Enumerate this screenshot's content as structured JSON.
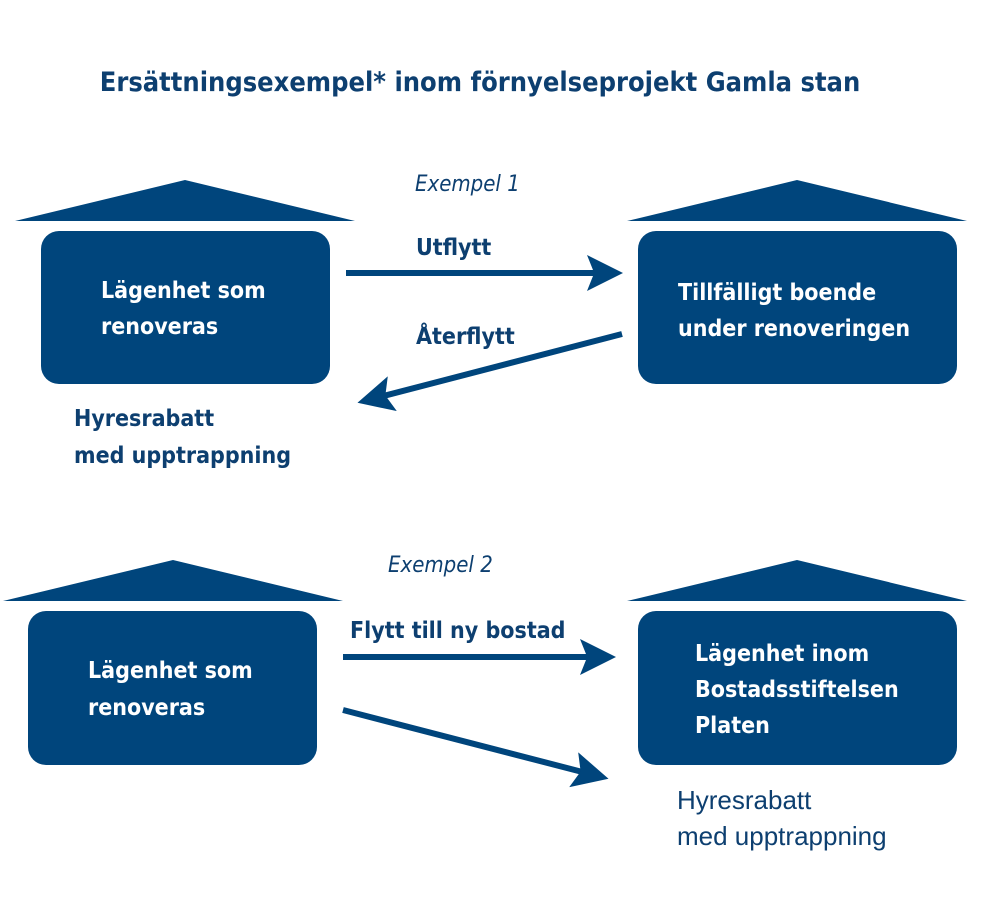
{
  "title": "Ersättningsexempel* inom förnyelseprojekt Gamla stan",
  "colors": {
    "primary": "#00457c",
    "text": "#0d3f70"
  },
  "example1": {
    "heading": "Exempel 1",
    "left_box": [
      "Lägenhet som",
      "renoveras"
    ],
    "right_box": [
      "Tillfälligt boende",
      "under renoveringen"
    ],
    "arrow_out_label": "Utflytt",
    "arrow_back_label": "Återflytt",
    "note": [
      "Hyresrabatt",
      "med upptrappning"
    ]
  },
  "example2": {
    "heading": "Exempel 2",
    "left_box": [
      "Lägenhet som",
      "renoveras"
    ],
    "right_box": [
      "Lägenhet inom",
      "Bostadsstiftelsen",
      "Platen"
    ],
    "arrow_label": "Flytt till ny bostad",
    "note": [
      "Hyresrabatt",
      "med upptrappning"
    ]
  }
}
